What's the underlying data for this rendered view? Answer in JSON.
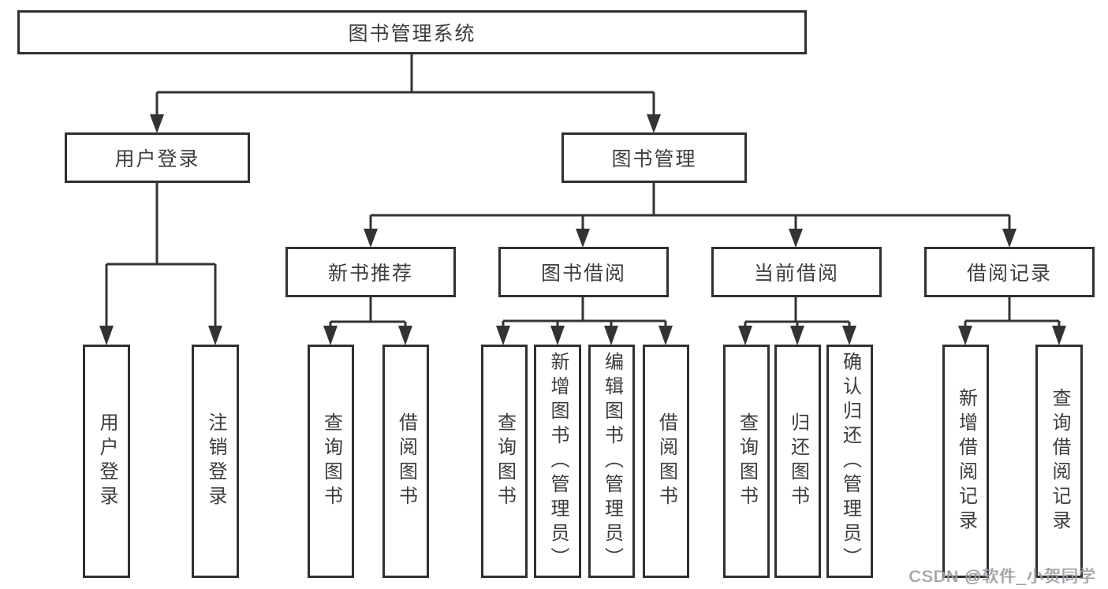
{
  "tree": {
    "root": "图书管理系统",
    "children": [
      {
        "label": "用户登录",
        "children": [
          "用户登录",
          "注销登录"
        ]
      },
      {
        "label": "图书管理",
        "children": [
          {
            "label": "新书推荐",
            "children": [
              "查询图书",
              "借阅图书"
            ]
          },
          {
            "label": "图书借阅",
            "children": [
              "查询图书",
              "新增图书（管理员）",
              "编辑图书（管理员）",
              "借阅图书"
            ]
          },
          {
            "label": "当前借阅",
            "children": [
              "查询图书",
              "归还图书",
              "确认归还（管理员）"
            ]
          },
          {
            "label": "借阅记录",
            "children": [
              "新增借阅记录",
              "查询借阅记录"
            ]
          }
        ]
      }
    ]
  },
  "watermark": {
    "text": "CSDN @软件_小贺同学"
  },
  "colors": {
    "line": "#333333",
    "node_border": "#303030",
    "node_text": "#3d3d3d",
    "background": "#ffffff",
    "watermark_text": "#9e9e9e"
  }
}
